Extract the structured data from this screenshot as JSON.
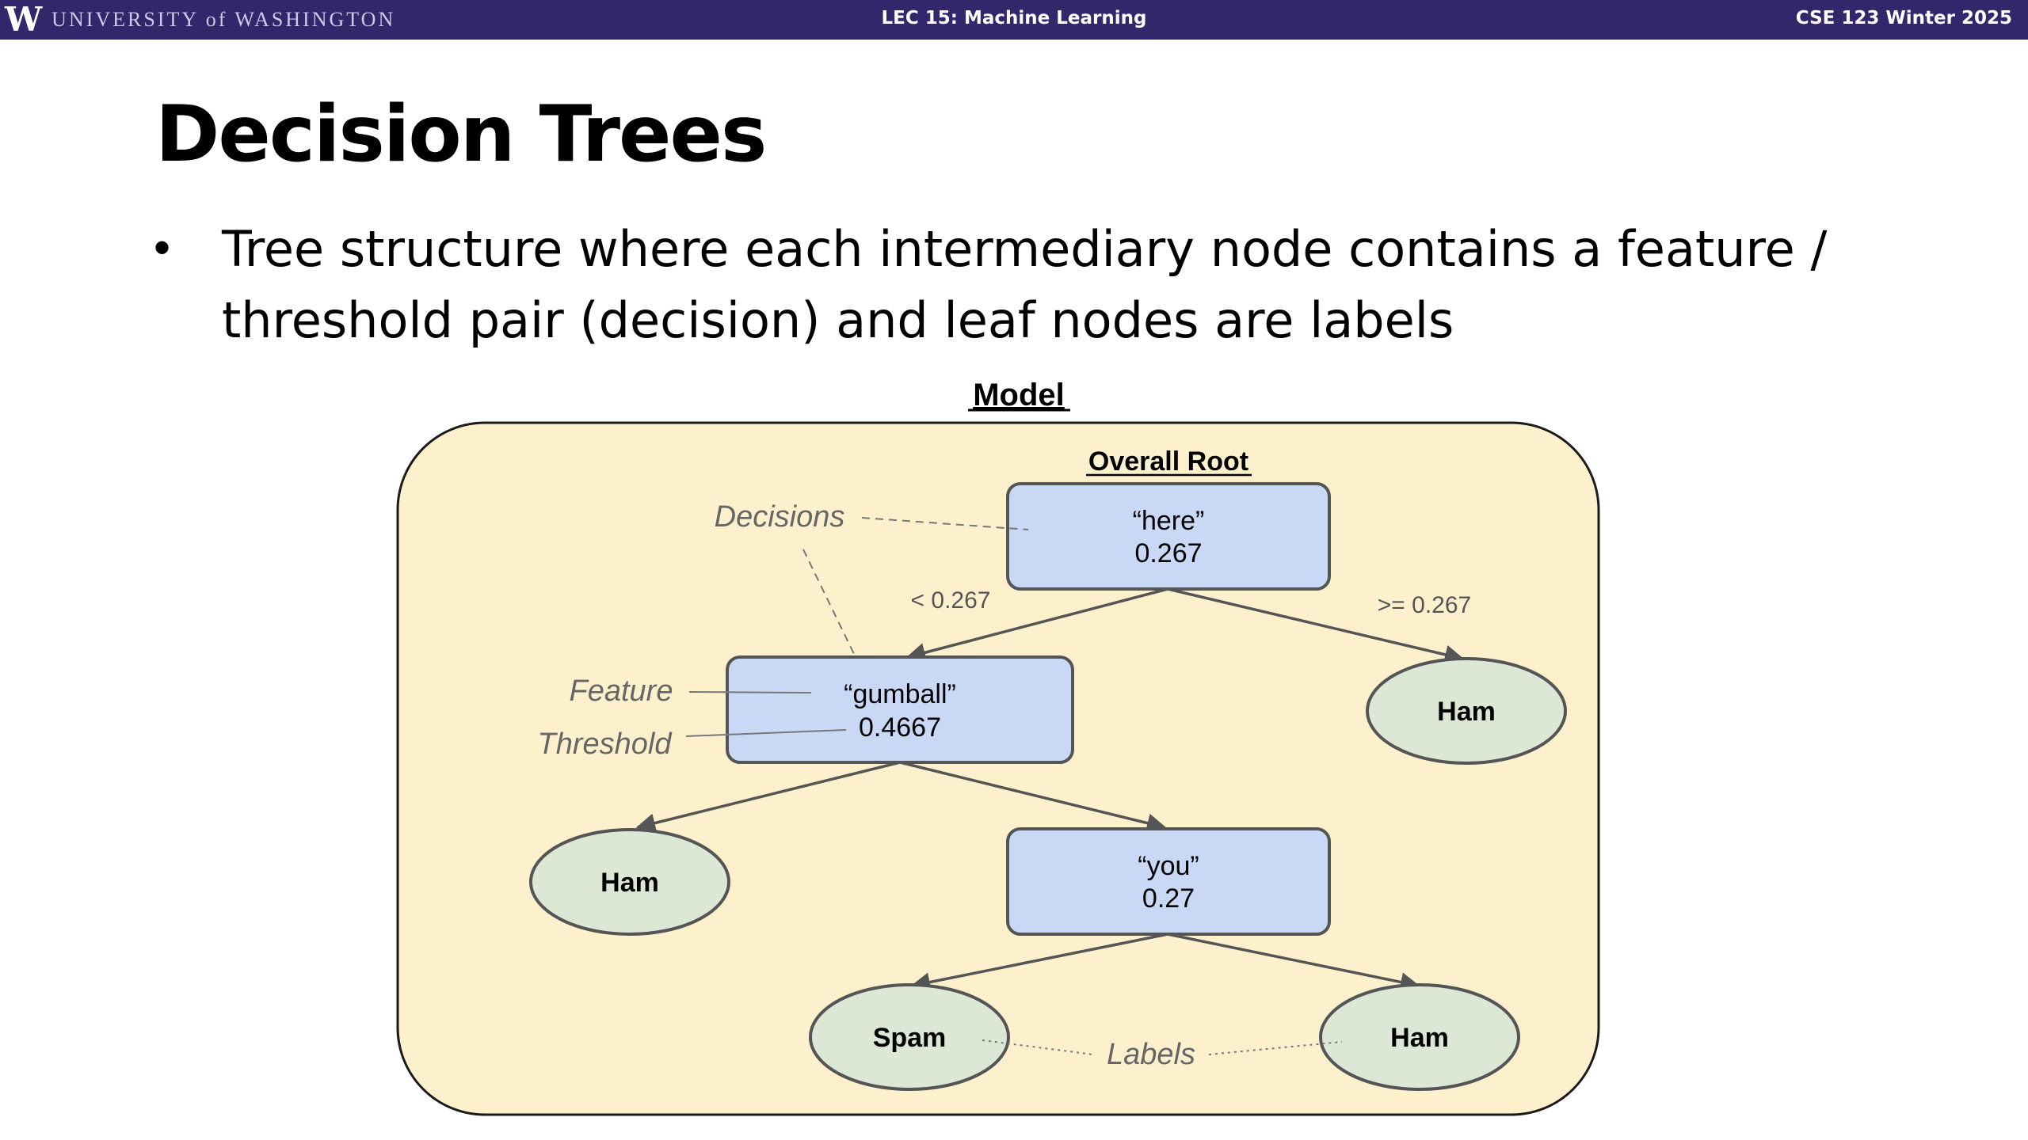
{
  "header": {
    "logo_mark": "W",
    "institution": "UNIVERSITY of WASHINGTON",
    "lecture": "LEC 15: Machine Learning",
    "course": "CSE 123 Winter 2025"
  },
  "slide": {
    "title": "Decision Trees",
    "bullet": "Tree structure where each intermediary node contains a feature / threshold pair (decision) and leaf nodes are labels"
  },
  "diagram": {
    "title": "Model",
    "root_caption": "Overall Root",
    "nodes": {
      "root": {
        "feature": "“here”",
        "threshold": "0.267"
      },
      "gumball": {
        "feature": "“gumball”",
        "threshold": "0.4667"
      },
      "you": {
        "feature": "“you”",
        "threshold": "0.27"
      }
    },
    "leaves": {
      "ham_right": "Ham",
      "ham_left": "Ham",
      "spam": "Spam",
      "ham_bottom": "Ham"
    },
    "edge_labels": {
      "less": "< 0.267",
      "greater_equal": ">= 0.267"
    },
    "annotations": {
      "decisions": "Decisions",
      "feature": "Feature",
      "threshold": "Threshold",
      "labels": "Labels"
    },
    "colors": {
      "panel_fill": "#fdf1cd",
      "decision_fill": "#c9d9f5",
      "leaf_fill": "#dce8d5",
      "header_bar": "#33266b"
    }
  }
}
